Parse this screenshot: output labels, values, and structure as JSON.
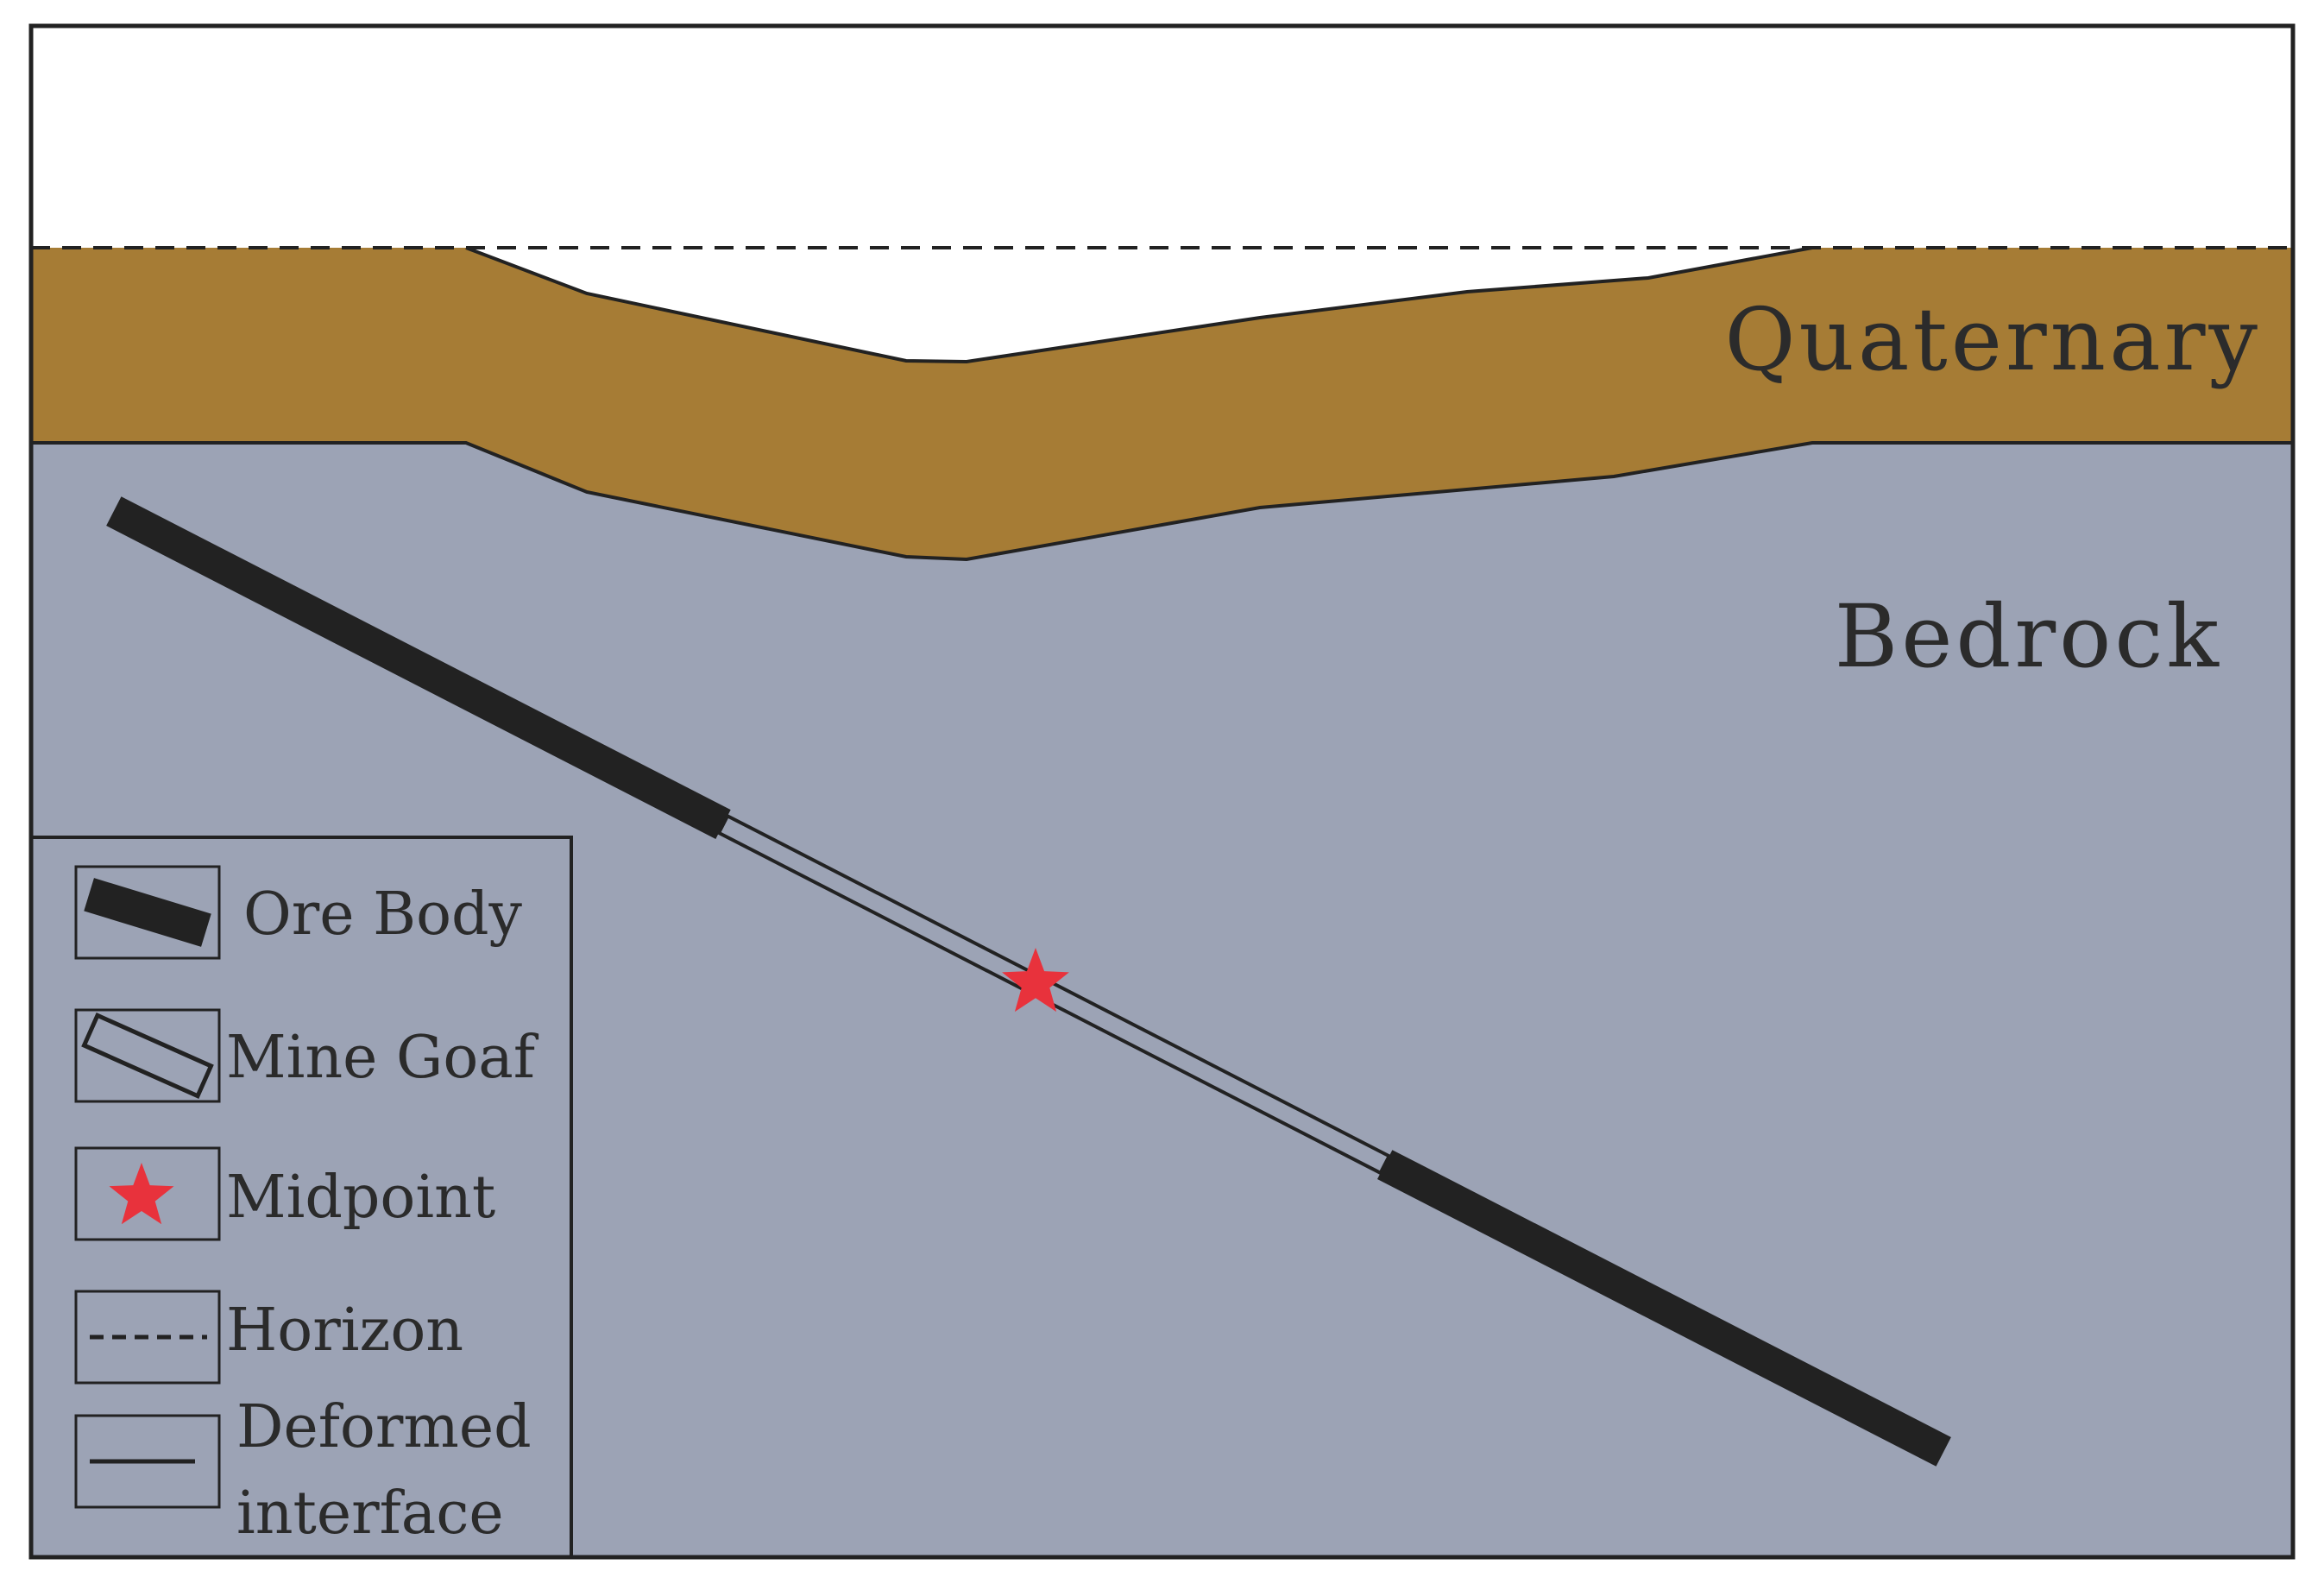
{
  "layers": {
    "quaternary": {
      "label": "Quaternary",
      "color": "#a67c35"
    },
    "bedrock": {
      "label": "Bedrock",
      "color": "#9ca3b5"
    }
  },
  "colors": {
    "ore_body": "#222222",
    "goaf_fill": "#9ca3b5",
    "midpoint_star": "#e8323c",
    "outline": "#222222",
    "sky": "#ffffff"
  },
  "legend": {
    "items": [
      {
        "key": "ore-body",
        "icon": "ore-body-icon",
        "label": "Ore Body"
      },
      {
        "key": "mine-goaf",
        "icon": "mine-goaf-icon",
        "label": "Mine Goaf"
      },
      {
        "key": "midpoint",
        "icon": "star-icon",
        "label": "Midpoint"
      },
      {
        "key": "horizon",
        "icon": "dashed-line-icon",
        "label": "Horizon"
      },
      {
        "key": "deformed-interface",
        "icon": "solid-line-icon",
        "label_line1": "Deformed",
        "label_line2": "interface"
      }
    ]
  }
}
